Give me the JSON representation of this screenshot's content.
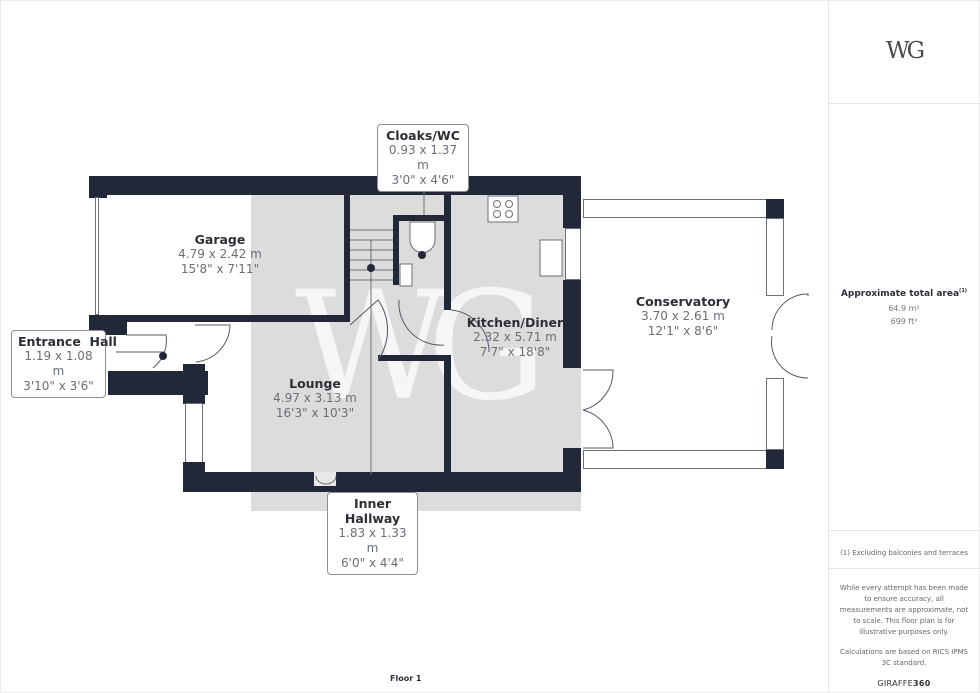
{
  "logo": {
    "text": "WG"
  },
  "watermark": {
    "text": "WG"
  },
  "rooms": [
    {
      "id": "garage",
      "name": "Garage",
      "metric": "4.79 x 2.42 m",
      "imperial": "15'8\" x 7'11\""
    },
    {
      "id": "entrance-hall",
      "name": "Entrance  Hall",
      "metric": "1.19 x 1.08 m",
      "imperial": "3'10\" x 3'6\""
    },
    {
      "id": "cloaks-wc",
      "name": "Cloaks/WC",
      "metric": "0.93 x 1.37 m",
      "imperial": "3'0\" x 4'6\""
    },
    {
      "id": "kitchen-diner",
      "name": "Kitchen/Diner",
      "metric": "2.32 x 5.71 m",
      "imperial": "7'7\" x 18'8\""
    },
    {
      "id": "lounge",
      "name": "Lounge",
      "metric": "4.97 x 3.13 m",
      "imperial": "16'3\" x 10'3\""
    },
    {
      "id": "inner-hallway",
      "name": "Inner Hallway",
      "metric": "1.83 x 1.33 m",
      "imperial": "6'0\" x 4'4\""
    },
    {
      "id": "conservatory",
      "name": "Conservatory",
      "metric": "3.70 x 2.61 m",
      "imperial": "12'1\" x 8'6\""
    }
  ],
  "floor_label": "Floor 1",
  "sidebar": {
    "area_title": "Approximate total area",
    "area_sup": "(1)",
    "area_m2": "64.9 m²",
    "area_ft2": "699 ft²",
    "footnote": "(1) Excluding balconies and terraces",
    "disclaimer": "While every attempt has been made to ensure accuracy, all measurements are approximate, not to scale. This floor plan is for illustrative purposes only.",
    "calc_note": "Calculations are based on RICS IPMS 3C standard.",
    "brand_light": "GIRAFFE",
    "brand_bold": "360"
  },
  "colors": {
    "wall": "#232838",
    "shade": "#dcdcdc",
    "text_dim": "#6a6e76"
  }
}
